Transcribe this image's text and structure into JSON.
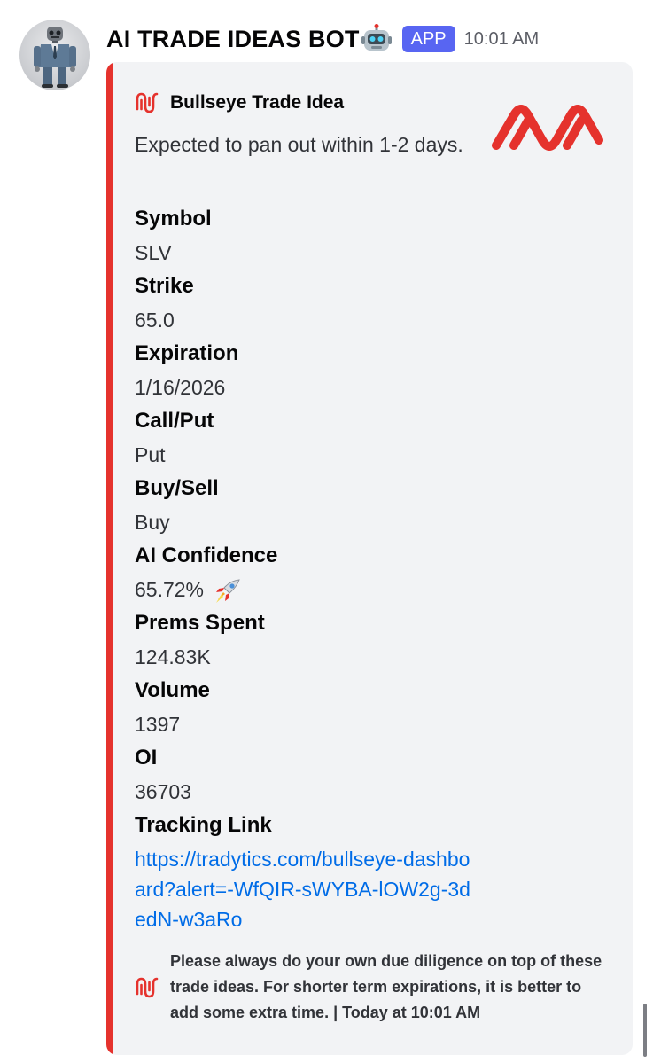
{
  "message": {
    "bot_name": "AI TRADE IDEAS BOT",
    "bot_emoji_icon": "robot-face-icon",
    "badge": "APP",
    "timestamp": "10:01 AM",
    "avatar_icon": "robot-suit-avatar"
  },
  "embed": {
    "accent_color": "#e5322d",
    "author_icon": "bullseye-logo-icon",
    "author_name": "Bullseye Trade Idea",
    "thumbnail_icon": "bullseye-logo-icon",
    "description": "Expected to pan out within 1-2 days.",
    "fields": [
      {
        "name": "Symbol",
        "value": "SLV"
      },
      {
        "name": "Strike",
        "value": "65.0"
      },
      {
        "name": "Expiration",
        "value": "1/16/2026"
      },
      {
        "name": "Call/Put",
        "value": "Put"
      },
      {
        "name": "Buy/Sell",
        "value": "Buy"
      },
      {
        "name": "AI Confidence",
        "value": "65.72%",
        "emoji_icon": "rocket-icon"
      },
      {
        "name": "Prems Spent",
        "value": "124.83K"
      },
      {
        "name": "Volume",
        "value": "1397"
      },
      {
        "name": "OI",
        "value": "36703"
      },
      {
        "name": "Tracking Link",
        "value": "https://tradytics.com/bullseye-dashboard?alert=-WfQIR-sWYBA-lOW2g-3dedN-w3aRo"
      }
    ],
    "footer_icon": "bullseye-logo-icon",
    "footer_text": "Please always do your own due diligence on top of these trade ideas. For shorter term expirations, it is better to add some extra time. | Today at 10:01 AM"
  },
  "colors": {
    "badge": "#5865f2",
    "link": "#006ce7",
    "embed_background": "#f2f3f5"
  }
}
